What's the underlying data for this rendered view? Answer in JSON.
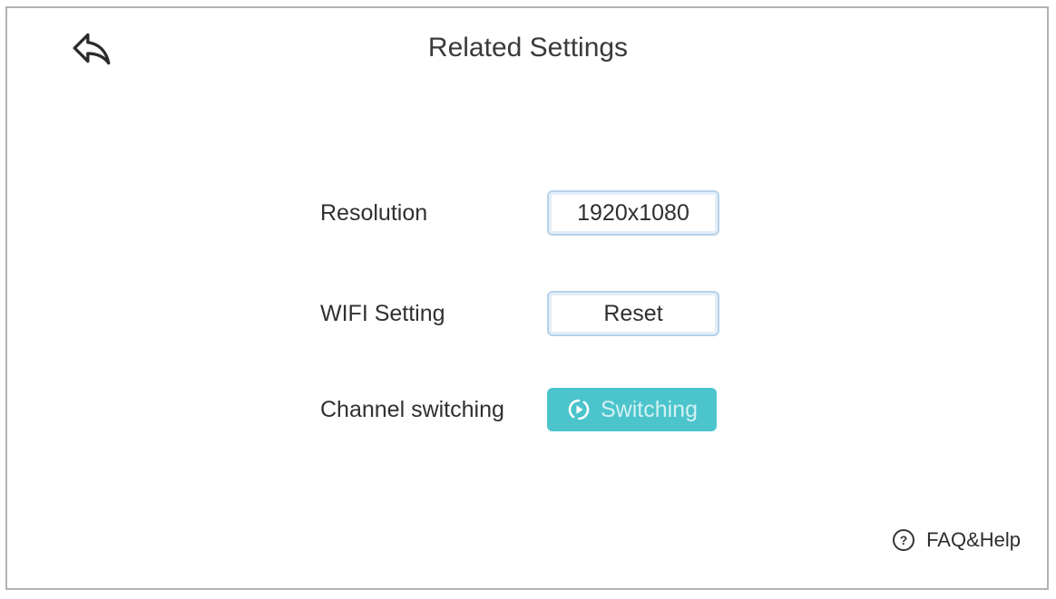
{
  "header": {
    "title": "Related Settings"
  },
  "settings": {
    "rows": [
      {
        "label": "Resolution",
        "value": "1920x1080",
        "control": "outline-button"
      },
      {
        "label": "WIFI Setting",
        "value": "Reset",
        "control": "outline-button"
      },
      {
        "label": "Channel switching",
        "value": "Switching",
        "control": "primary-button"
      }
    ]
  },
  "footer": {
    "faq_label": "FAQ&Help",
    "help_glyph": "?"
  },
  "icons": {
    "back": "back-arrow-icon",
    "switching": "circular-arrows-play-icon",
    "help": "question-mark-circle-icon"
  },
  "colors": {
    "accent_teal": "#4bc4cc",
    "button_border_blue": "#b7d2ea",
    "frame_border": "#b3b3b3",
    "text": "#333333",
    "switching_text": "#d3f1f3"
  }
}
